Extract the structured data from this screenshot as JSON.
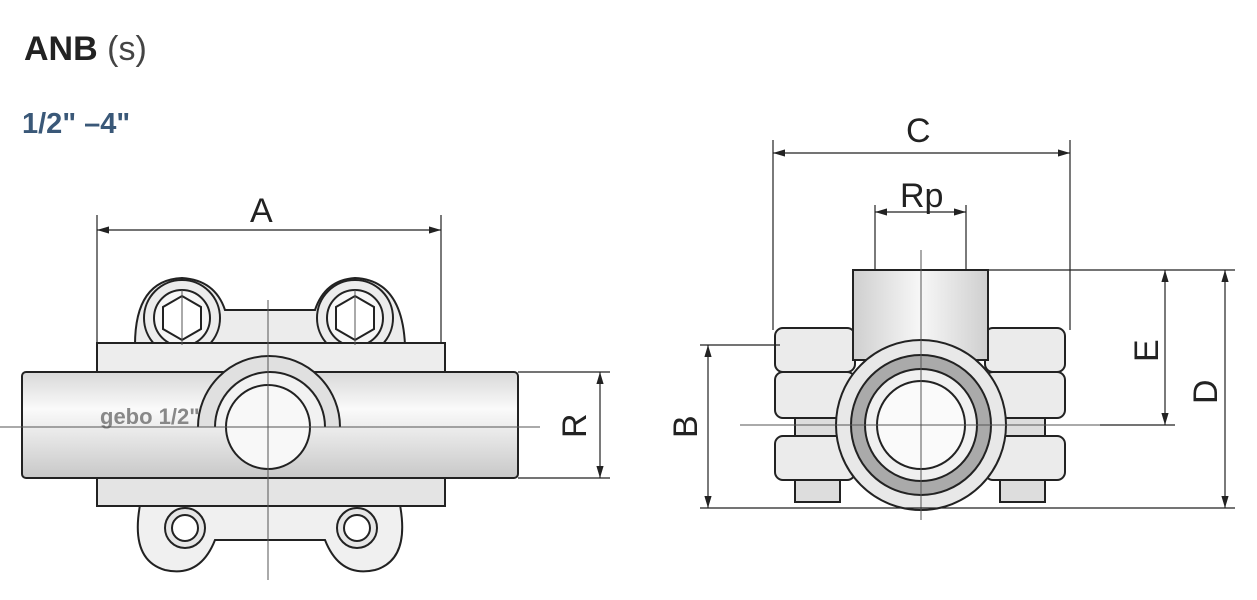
{
  "header": {
    "product": "ANB",
    "variant": "(s)",
    "size_range": "1/2\" –4\""
  },
  "front_view": {
    "dimensions": {
      "A": "A",
      "R": "R"
    },
    "embossed_text": "gebo 1/2\""
  },
  "side_view": {
    "dimensions": {
      "C": "C",
      "Rp": "Rp",
      "B": "B",
      "E": "E",
      "D": "D"
    }
  },
  "colors": {
    "range": "#3a5878",
    "line": "#222222",
    "metal": "#e2e2e2"
  }
}
